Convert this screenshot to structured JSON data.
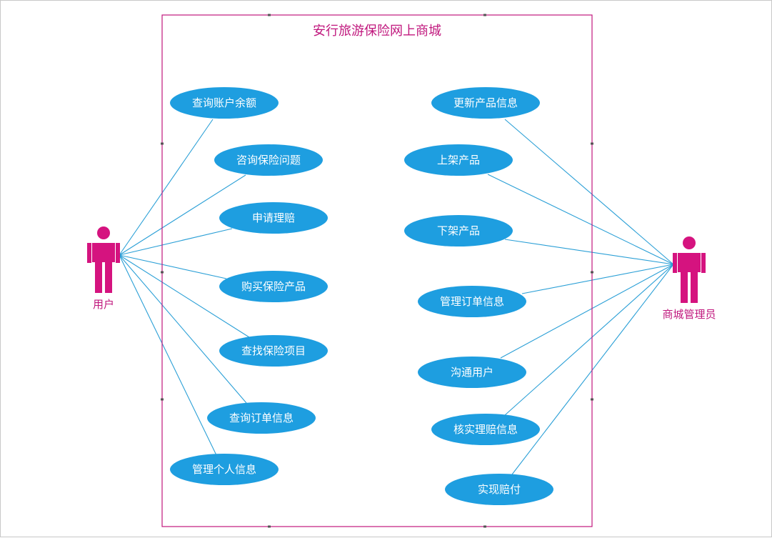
{
  "diagram": {
    "title": "安行旅游保险网上商城",
    "colors": {
      "boundary": "#c0177d",
      "actor": "#d5137f",
      "usecase": "#1e9ee0",
      "line": "#2a9fd6",
      "usecase_text": "#ffffff"
    },
    "actors": [
      {
        "id": "user",
        "label": "用户",
        "icon": "person-icon"
      },
      {
        "id": "admin",
        "label": "商城管理员",
        "icon": "person-icon"
      }
    ],
    "use_cases": [
      {
        "id": "uc1",
        "label": "查询账户余额",
        "actor": "user"
      },
      {
        "id": "uc2",
        "label": "咨询保险问题",
        "actor": "user"
      },
      {
        "id": "uc3",
        "label": "申请理赔",
        "actor": "user"
      },
      {
        "id": "uc4",
        "label": "购买保险产品",
        "actor": "user"
      },
      {
        "id": "uc5",
        "label": "查找保险项目",
        "actor": "user"
      },
      {
        "id": "uc6",
        "label": "查询订单信息",
        "actor": "user"
      },
      {
        "id": "uc7",
        "label": "管理个人信息",
        "actor": "user"
      },
      {
        "id": "uc8",
        "label": "更新产品信息",
        "actor": "admin"
      },
      {
        "id": "uc9",
        "label": "上架产品",
        "actor": "admin"
      },
      {
        "id": "uc10",
        "label": "下架产品",
        "actor": "admin"
      },
      {
        "id": "uc11",
        "label": "管理订单信息",
        "actor": "admin"
      },
      {
        "id": "uc12",
        "label": "沟通用户",
        "actor": "admin"
      },
      {
        "id": "uc13",
        "label": "核实理赔信息",
        "actor": "admin"
      },
      {
        "id": "uc14",
        "label": "实现赔付",
        "actor": "admin"
      }
    ]
  }
}
